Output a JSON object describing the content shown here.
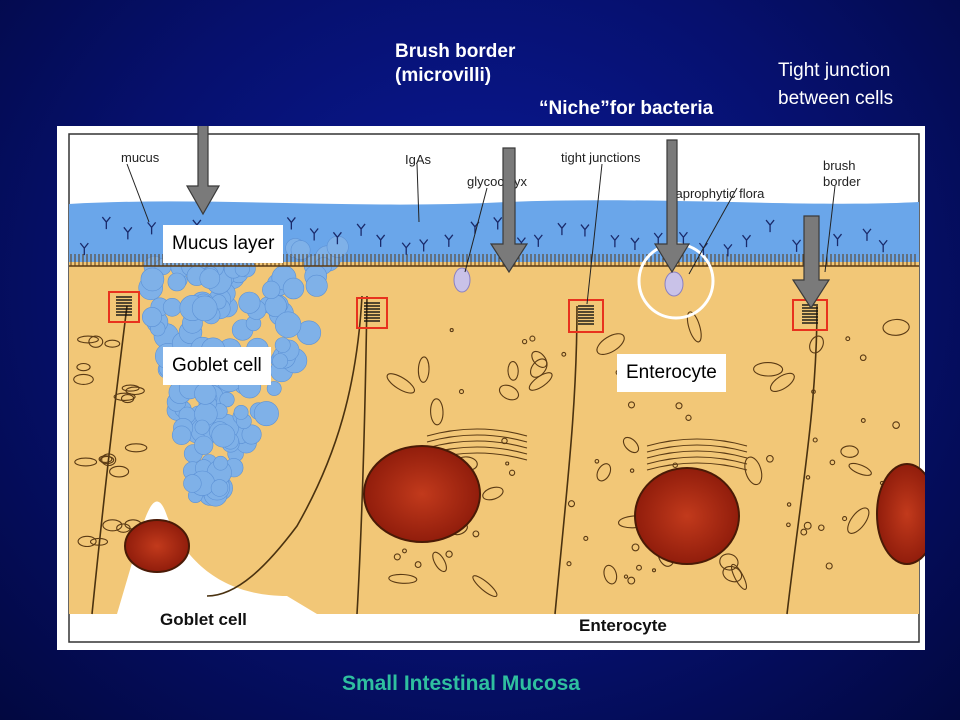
{
  "labels": {
    "brush_border_line1": "Brush border",
    "brush_border_line2": "(microvilli)",
    "niche": "“Niche”for bacteria",
    "tight_junction_line1": "Tight junction",
    "tight_junction_line2": "between cells",
    "mucus_layer": "Mucus layer",
    "goblet_cell_box": "Goblet cell",
    "enterocyte_box": "Enterocyte",
    "caption": "Small Intestinal Mucosa"
  },
  "figure": {
    "mucus": "mucus",
    "igas": "IgAs",
    "glycocalyx": "glycocalyx",
    "tight_junctions": "tight junctions",
    "saprophytic_flora": "saprophytic flora",
    "brush_line1": "brush",
    "brush_line2": "border",
    "goblet_cell": "Goblet cell",
    "enterocyte": "Enterocyte"
  },
  "colors": {
    "background": "#06106e",
    "caption": "#2fbf9f",
    "mucus_layer": "#6aa6ea",
    "cytoplasm": "#f2c777",
    "nucleus": "#b3260f",
    "arrow": "#7a7a7a",
    "junction_box": "#e8321e"
  }
}
